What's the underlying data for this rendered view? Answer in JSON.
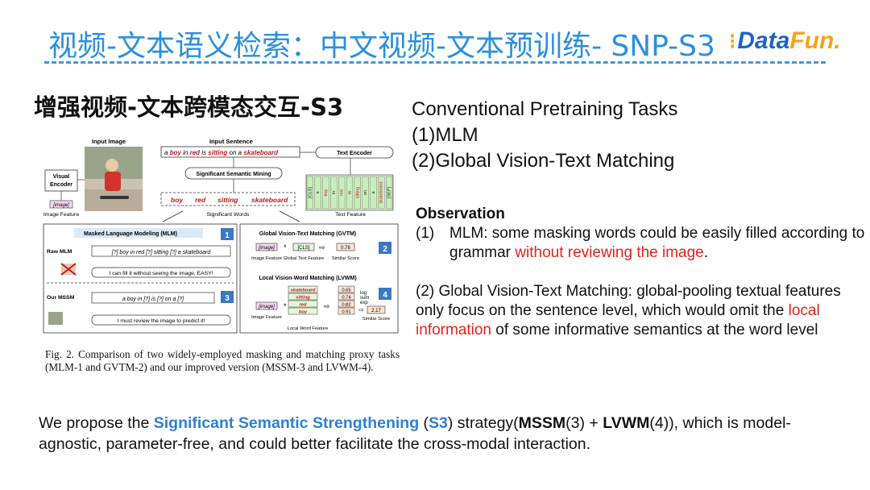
{
  "header": {
    "title": "视频-文本语义检索：中文视频-文本预训练- SNP-S3",
    "logo_dots": "⁝",
    "logo_main": "Data",
    "logo_accent": "Fun.",
    "colors": {
      "title": "#2a8fe0",
      "dash": "#3b9ae6",
      "logo": "#1d63c7",
      "logo_accent": "#f2a519"
    }
  },
  "section_title": "增强视频-文本跨模态交互-S3",
  "figure": {
    "input_image_label": "Input Image",
    "input_sentence_label": "Input Sentence",
    "sentence": {
      "w1": "a ",
      "w2": "boy",
      "w3": " in ",
      "w4": "red",
      "w5": " is ",
      "w6": "sitting",
      "w7": " on a ",
      "w8": "skateboard"
    },
    "text_encoder": "Text Encoder",
    "visual_encoder_1": "Visual",
    "visual_encoder_2": "Encoder",
    "image_token": "[image]",
    "image_feature": "Image Feature",
    "semantic_mining": "Significant Semantic Mining",
    "significant_words": [
      "boy",
      "red",
      "sitting",
      "skateboard"
    ],
    "significant_words_label": "Significant Words",
    "text_feature": "Text Feature",
    "text_tokens": [
      "[CLS]",
      "a",
      "boy",
      "in",
      "red",
      "is",
      "sitting",
      "on",
      "a",
      "skateboard",
      "[SEP]"
    ],
    "mlm_title": "Masked Language Modeling (MLM)",
    "mlm_num": "1",
    "raw_mlm": "Raw MLM",
    "raw_mlm_sentence": "[?] boy in red [?] sitting [?] a skateboard",
    "raw_mlm_speech": "I can fill it without seeing the image, EASY!",
    "our_mssm": "Our MSSM",
    "mssm_sentence": "a boy in [?] is [?] on a [?]",
    "mssm_num": "3",
    "mssm_speech": "I must review the image to predict it!",
    "gvtm_title": "Global Vision-Text Matching (GVTM)",
    "gvtm_num": "2",
    "gvtm_image": "[image]",
    "gvtm_cls": "[CLS]",
    "gvtm_score": "0.76",
    "gvtm_image_feature": "Image Feature",
    "gvtm_global_text": "Global Text Feature",
    "gvtm_similar": "Similar Score",
    "lvwm_title": "Local Vision-Word Matching (LVWM)",
    "lvwm_num": "4",
    "lvwm_words": [
      "skateboard",
      "sitting",
      "red",
      "boy"
    ],
    "lvwm_scores": [
      "0.65",
      "0.74",
      "0.82",
      "0.91"
    ],
    "lvwm_log": "log",
    "lvwm_sum": "sum",
    "lvwm_exp": "exp",
    "lvwm_result": "2.17",
    "lvwm_image": "[image]",
    "lvwm_image_feature": "Image Feature",
    "lvwm_local_word": "Local Word Feature",
    "lvwm_similar": "Similar Score"
  },
  "caption": "Fig. 2. Comparison of two widely-employed masking and matching proxy tasks (MLM-1 and GVTM-2) and our improved version (MSSM-3 and LVWM-4).",
  "tasks": {
    "heading": "Conventional Pretraining Tasks",
    "items": [
      "(1)MLM",
      "(2)Global Vision-Text Matching"
    ]
  },
  "observation": {
    "heading": "Observation",
    "item1_num": "(1)",
    "item1_text": "MLM: some masking words could be easily filled according to grammar ",
    "item1_red": "without reviewing the image",
    "item1_end": ".",
    "item2_a": "(2) Global Vision-Text Matching: global-pooling textual features only focus on the sentence level, which would omit the ",
    "item2_red": "local information",
    "item2_b": " of some informative semantics at the word level",
    "red_color": "#e8201a"
  },
  "bottom": {
    "t1": "We propose the ",
    "s3_full": "Significant Semantic Strengthening",
    "t2": " (",
    "s3": "S3",
    "t3": ") strategy(",
    "mssm": "MSSM",
    "t4": "(3) + ",
    "lvwm": "LVWM",
    "t5": "(4)), which is model-agnostic, parameter-free, and could better facilitate the cross-modal interaction."
  }
}
